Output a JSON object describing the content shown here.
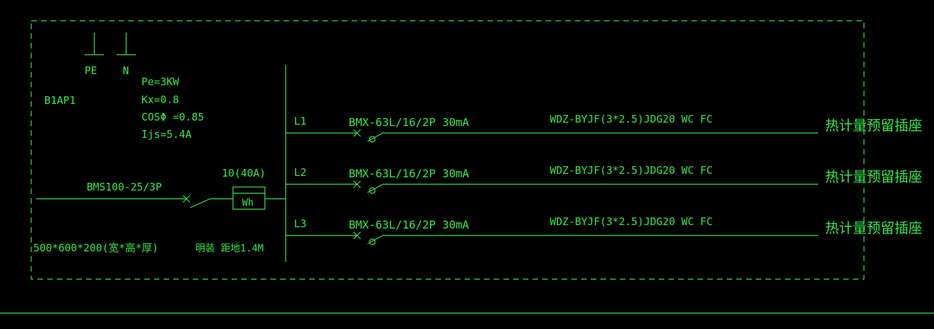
{
  "panel": {
    "id": "B1AP1",
    "ground_labels": [
      "PE",
      "N"
    ],
    "params": [
      "Pe=3KW",
      "Kx=0.8",
      "COSΦ   =0.85",
      "Ijs=5.4A"
    ],
    "dimensions": "500*600*200(宽*高*厚)",
    "install_note": "明装 距地1.4M"
  },
  "incoming": {
    "breaker": "BMS100-25/3P",
    "meter_rating": "10(40A)",
    "meter_label": "Wh"
  },
  "circuits": [
    {
      "phase": "L1",
      "breaker": "BMX-63L/16/2P 30mA",
      "cable": "WDZ-BYJF(3*2.5)JDG20 WC FC",
      "load": "热计量预留插座"
    },
    {
      "phase": "L2",
      "breaker": "BMX-63L/16/2P 30mA",
      "cable": "WDZ-BYJF(3*2.5)JDG20 WC FC",
      "load": "热计量预留插座"
    },
    {
      "phase": "L3",
      "breaker": "BMX-63L/16/2P 30mA",
      "cable": "WDZ-BYJF(3*2.5)JDG20 WC FC",
      "load": "热计量预留插座"
    }
  ],
  "colors": {
    "line": "#35e84a",
    "background": "#000000"
  }
}
